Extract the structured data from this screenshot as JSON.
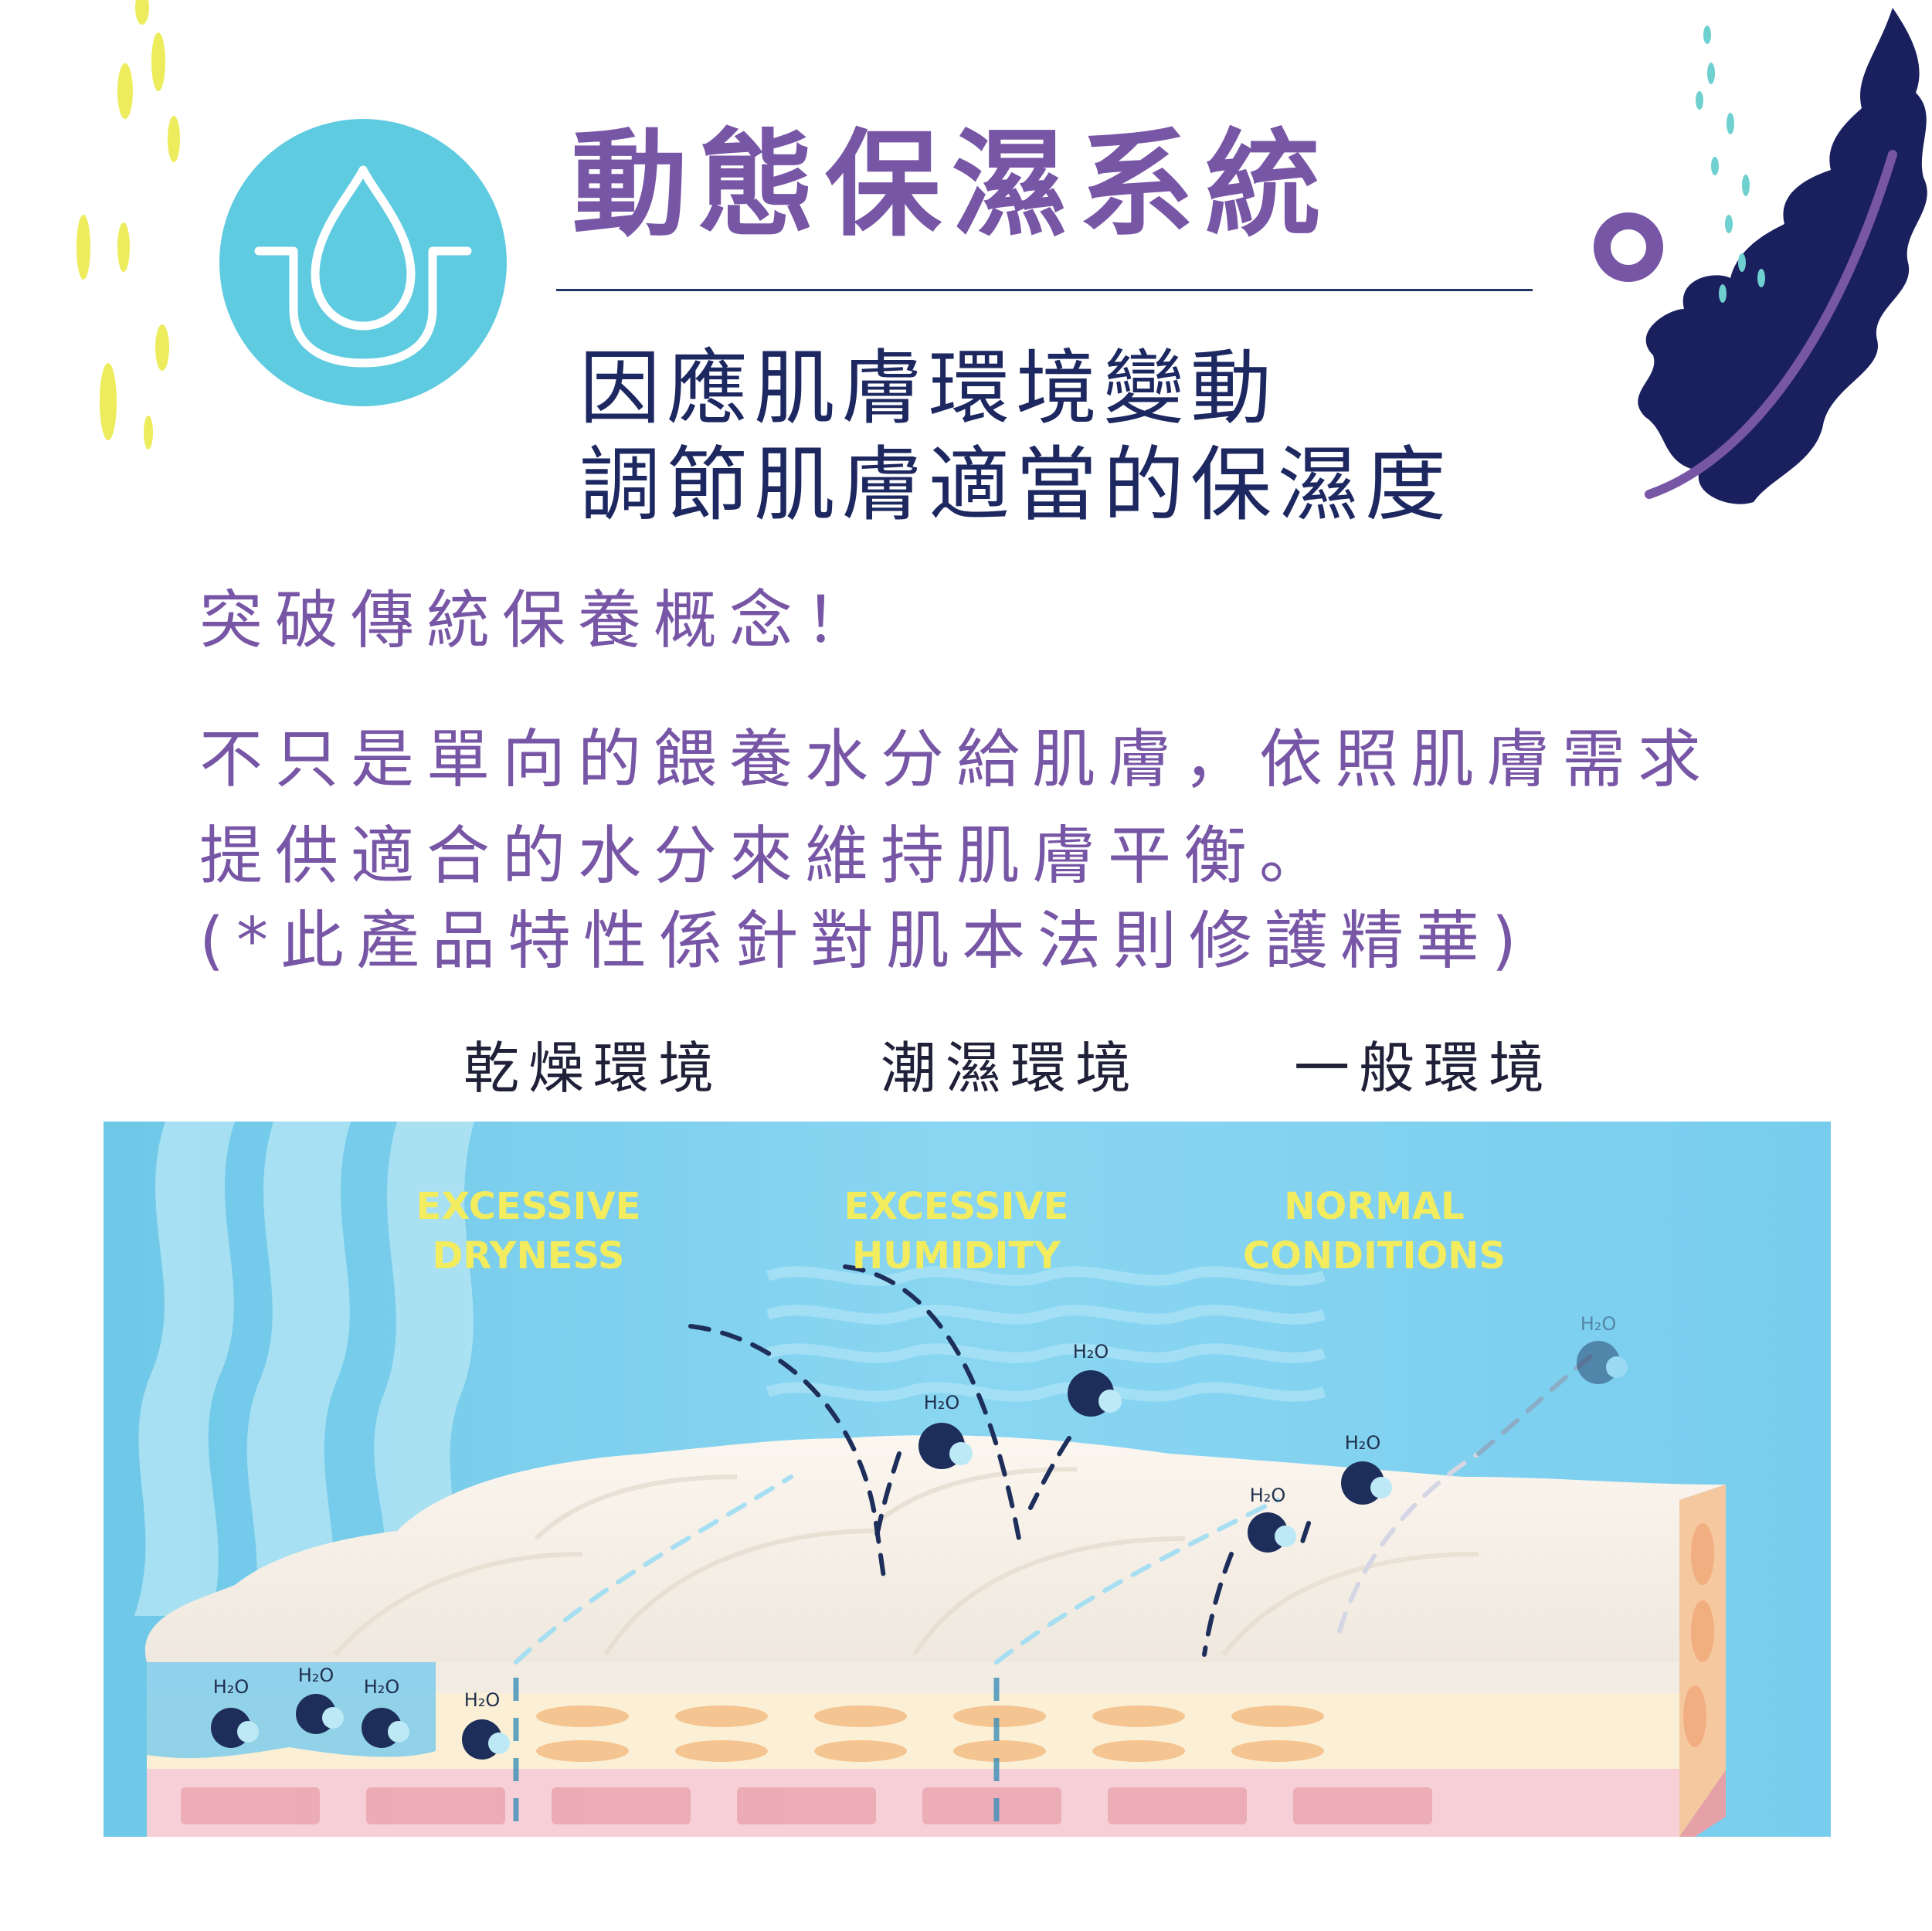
{
  "header": {
    "title": "動態保濕系統",
    "subtitle_line1": "因應肌膚環境變動",
    "subtitle_line2": "調節肌膚適當的保濕度",
    "icon": "water-drop-icon"
  },
  "body": {
    "headline": "突破傳統保養概念！",
    "paragraph_line1": "不只是單向的餵養水分給肌膚，依照肌膚需求",
    "paragraph_line2": "提供適合的水分來維持肌膚平衡。",
    "note": "(*此產品特性係針對肌本法則修護精華)"
  },
  "environments": {
    "dry": "乾燥環境",
    "humid": "潮濕環境",
    "normal": "一般環境"
  },
  "diagram": {
    "dry_caption_line1": "EXCESSIVE",
    "dry_caption_line2": "DRYNESS",
    "humid_caption_line1": "EXCESSIVE",
    "humid_caption_line2": "HUMIDITY",
    "normal_caption_line1": "NORMAL",
    "normal_caption_line2": "CONDITIONS",
    "molecule_label": "H₂O"
  },
  "colors": {
    "accent_purple": "#7856a6",
    "navy": "#1d2861",
    "icon_cyan": "#5ecbe0",
    "sky_blue": "#87d3ef",
    "caption_yellow": "#f2ec5e",
    "decor_yellow": "#ecec5c",
    "leaf_navy": "#1a1f5e"
  }
}
